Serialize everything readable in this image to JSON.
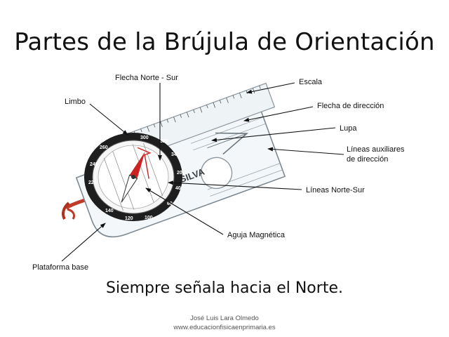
{
  "title": "Partes de la Brújula de Orientación",
  "subtitle": "Siempre señala hacia el Norte.",
  "footer": {
    "author": "José Luis Lara Olmedo",
    "website": "www.educacionfisicaenprimaria.es"
  },
  "labels": {
    "flecha_norte_sur": "Flecha Norte - Sur",
    "limbo": "Limbo",
    "escala": "Escala",
    "flecha_direccion": "Flecha de dirección",
    "lupa": "Lupa",
    "lineas_auxiliares_1": "Líneas auxiliares",
    "lineas_auxiliares_2": "de dirección",
    "lineas_norte_sur": "Líneas Norte-Sur",
    "aguja": "Aguja Magnética",
    "plataforma": "Plataforma base"
  },
  "compass_text": {
    "brand": "SILVA",
    "dial": [
      "300",
      "320",
      "340",
      "20",
      "40",
      "60",
      "100",
      "120",
      "140",
      "220",
      "240",
      "260"
    ]
  },
  "colors": {
    "needle_red": "#cc2222",
    "lanyard": "#c03a2a",
    "dial_dark": "#1a1a1a"
  }
}
